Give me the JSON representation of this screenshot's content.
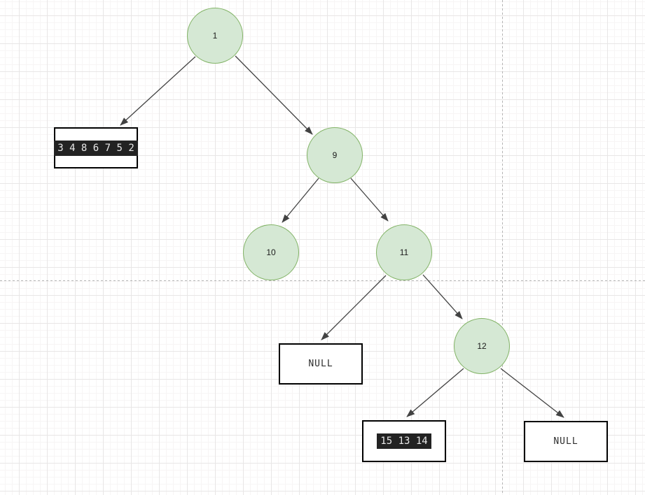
{
  "canvas": {
    "name": "diagram-grid-canvas"
  },
  "diagram": {
    "type": "binary-tree",
    "circle_nodes": [
      {
        "id": "node-1",
        "label": "1"
      },
      {
        "id": "node-9",
        "label": "9"
      },
      {
        "id": "node-10",
        "label": "10"
      },
      {
        "id": "node-11",
        "label": "11"
      },
      {
        "id": "node-12",
        "label": "12"
      }
    ],
    "box_nodes": [
      {
        "id": "box-sequence-top",
        "label": "3 4 8 6 7 5 2",
        "highlighted": true
      },
      {
        "id": "box-null-left",
        "label": "NULL",
        "highlighted": false
      },
      {
        "id": "box-sequence-bottom",
        "label": "15 13 14",
        "highlighted": true
      },
      {
        "id": "box-null-right",
        "label": "NULL",
        "highlighted": false
      }
    ],
    "edges": [
      {
        "from": "1",
        "to": "3 4 8 6 7 5 2"
      },
      {
        "from": "1",
        "to": "9"
      },
      {
        "from": "9",
        "to": "10"
      },
      {
        "from": "9",
        "to": "11"
      },
      {
        "from": "11",
        "to": "NULL"
      },
      {
        "from": "11",
        "to": "12"
      },
      {
        "from": "12",
        "to": "15 13 14"
      },
      {
        "from": "12",
        "to": "NULL"
      }
    ]
  },
  "colors": {
    "canvas_bg": "#ffffff",
    "grid_minor": "#f7f5f5",
    "grid_major": "#e8e6e6",
    "guide": "#b4b4b4",
    "circle_fill": "#d5e8d4",
    "circle_stroke": "#82b366",
    "box_border": "#000000",
    "edge": "#424242",
    "node_text": "#1a1a1a",
    "box_text": "#2d2d2d",
    "highlight_bg": "#222222",
    "highlight_text": "#e9e9e9"
  }
}
